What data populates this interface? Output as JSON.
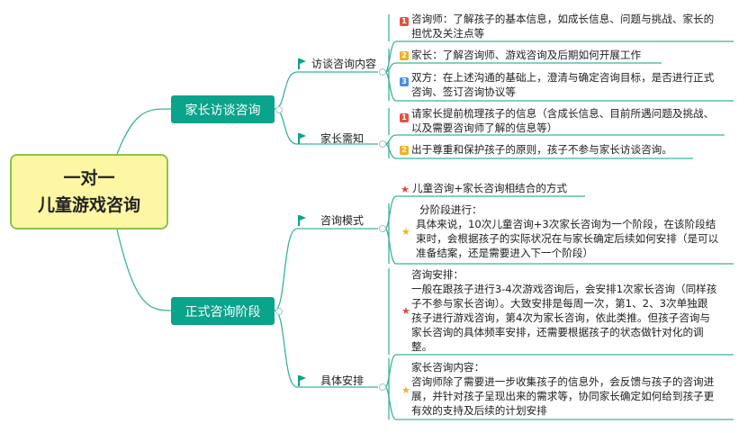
{
  "root": {
    "line1": "一对一",
    "line2": "儿童游戏咨询"
  },
  "branches": [
    {
      "label": "家长访谈咨询",
      "subs": [
        {
          "label": "访谈咨询内容",
          "leaves": [
            {
              "badge": "1",
              "lines": [
                "咨询师：了解孩子的基本信息，如成长信息、问题与挑战、家长的",
                "担忧及关注点等"
              ]
            },
            {
              "badge": "2",
              "lines": [
                "家长：了解咨询师、游戏咨询及后期如何开展工作"
              ]
            },
            {
              "badge": "3",
              "lines": [
                "双方：在上述沟通的基础上，澄清与确定咨询目标，是否进行正式",
                "咨询、签订咨询协议等"
              ]
            }
          ]
        },
        {
          "label": "家长需知",
          "leaves": [
            {
              "badge": "1",
              "lines": [
                "请家长提前梳理孩子的信息（含成长信息、目前所遇问题及挑战、",
                "以及需要咨询师了解的信息等）"
              ]
            },
            {
              "badge": "2",
              "lines": [
                "出于尊重和保护孩子的原则，孩子不参与家长访谈咨询。"
              ]
            }
          ]
        }
      ]
    },
    {
      "label": "正式咨询阶段",
      "subs": [
        {
          "label": "咨询模式",
          "leaves": [
            {
              "star": "red",
              "lines": [
                "儿童咨询+家长咨询相结合的方式"
              ]
            },
            {
              "star": "yellow",
              "lines": [
                "分阶段进行：",
                "具体来说，10次儿童咨询+3次家长咨询为一个阶段，在该阶段结",
                "束时，会根据孩子的实际状况在与家长确定后续如何安排（是可以",
                "准备结案，还是需要进入下一个阶段）"
              ]
            }
          ]
        },
        {
          "label": "具体安排",
          "leaves": [
            {
              "star": "red",
              "lines": [
                "咨询安排：",
                "一般在跟孩子进行3-4次游戏咨询后，会安排1次家长咨询（同样孩",
                "子不参与家长咨询）。大致安排是每周一次，第1、2、3次单独跟",
                "孩子进行游戏咨询，第4次为家长咨询，依此类推。但孩子咨询与",
                "家长咨询的具体频率安排，还需要根据孩子的状态做针对化的调",
                "整。"
              ]
            },
            {
              "star": "yellow",
              "lines": [
                "家长咨询内容：",
                "咨询师除了需要进一步收集孩子的信息外，会反馈与孩子的咨询进",
                "展，并针对孩子呈现出来的需求等，协同家长确定如何给到孩子更",
                "有效的支持及后续的计划安排"
              ]
            }
          ]
        }
      ]
    }
  ],
  "colors": {
    "branch": "#0aa38b",
    "root_fill": "#fdf6a3",
    "root_border": "#8bc34a",
    "line": "#3bb39d"
  }
}
